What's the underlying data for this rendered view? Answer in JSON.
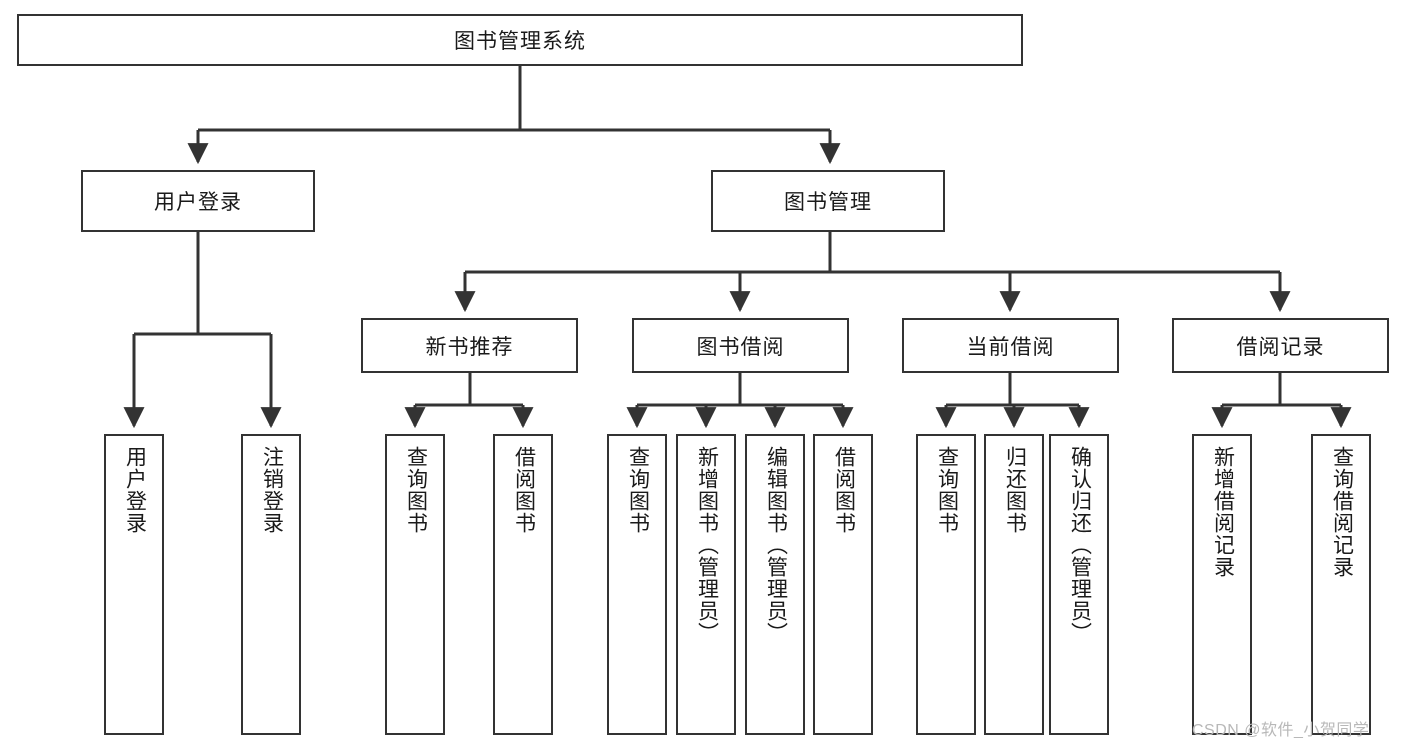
{
  "diagram": {
    "title": "图书管理系统",
    "type": "tree-hierarchy-diagram",
    "watermark": "CSDN @软件_小贺同学",
    "colors": {
      "box_border": "#333333",
      "box_fill": "#ffffff",
      "line": "#333333",
      "text": "#1a1a1a",
      "watermark": "#b8b8b8",
      "background": "#ffffff"
    },
    "nodes": {
      "root": {
        "label": "图书管理系统"
      },
      "level2": [
        {
          "id": "user-login",
          "label": "用户登录"
        },
        {
          "id": "book-manage",
          "label": "图书管理"
        }
      ],
      "level3": [
        {
          "id": "new-book-recommend",
          "label": "新书推荐"
        },
        {
          "id": "book-borrow",
          "label": "图书借阅"
        },
        {
          "id": "current-borrow",
          "label": "当前借阅"
        },
        {
          "id": "borrow-record",
          "label": "借阅记录"
        }
      ],
      "leaves": {
        "user-login": [
          {
            "id": "leaf-user-login",
            "label": "用户登录"
          },
          {
            "id": "leaf-logout-login",
            "label": "注销登录"
          }
        ],
        "new-book-recommend": [
          {
            "id": "leaf-query-book-1",
            "label": "查询图书"
          },
          {
            "id": "leaf-borrow-book-1",
            "label": "借阅图书"
          }
        ],
        "book-borrow": [
          {
            "id": "leaf-query-book-2",
            "label": "查询图书"
          },
          {
            "id": "leaf-add-book-admin",
            "label": "新增图书（管理员）"
          },
          {
            "id": "leaf-edit-book-admin",
            "label": "编辑图书（管理员）"
          },
          {
            "id": "leaf-borrow-book-2",
            "label": "借阅图书"
          }
        ],
        "current-borrow": [
          {
            "id": "leaf-query-book-3",
            "label": "查询图书"
          },
          {
            "id": "leaf-return-book",
            "label": "归还图书"
          },
          {
            "id": "leaf-confirm-return-admin",
            "label": "确认归还（管理员）"
          }
        ],
        "borrow-record": [
          {
            "id": "leaf-add-borrow-record",
            "label": "新增借阅记录"
          },
          {
            "id": "leaf-query-borrow-record",
            "label": "查询借阅记录"
          }
        ]
      }
    }
  }
}
